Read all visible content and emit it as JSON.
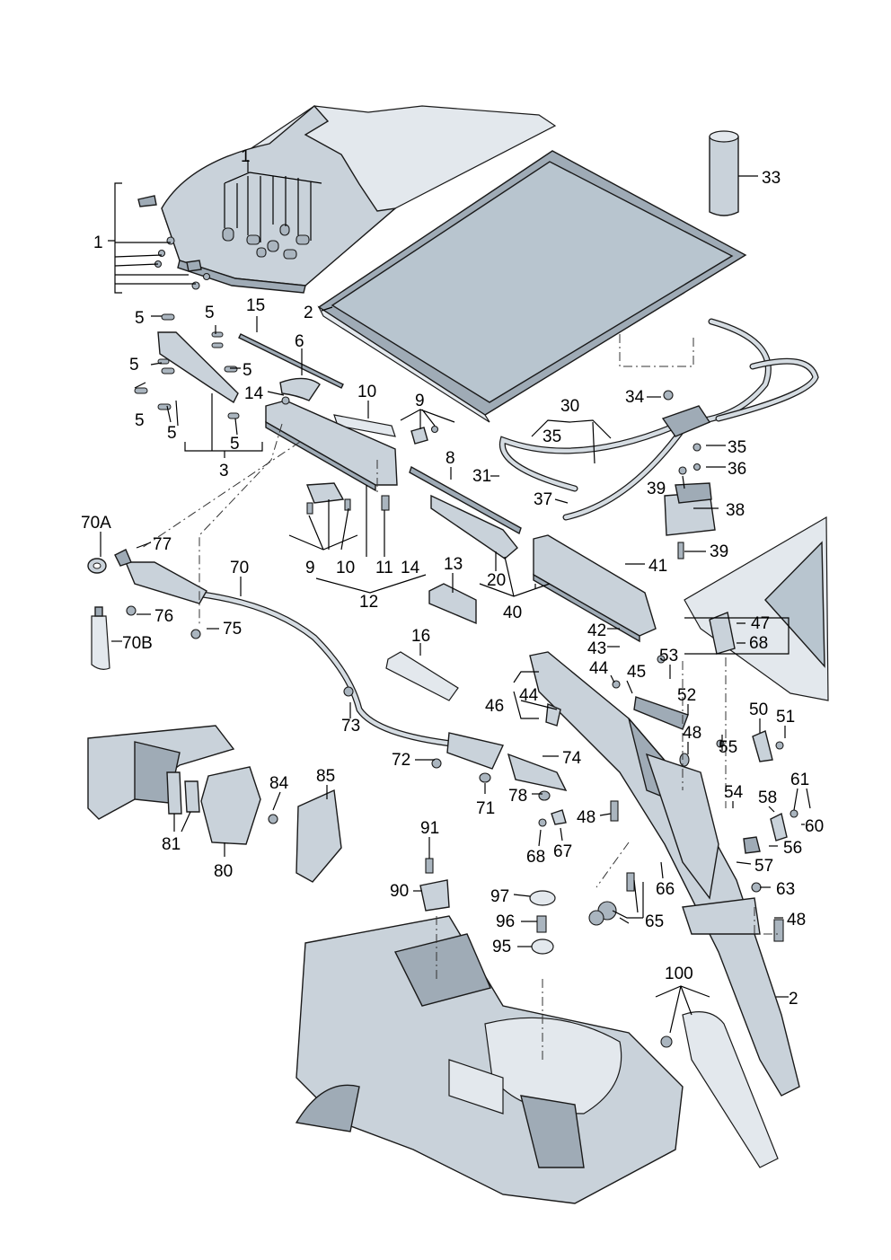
{
  "diagram": {
    "callouts": [
      "1",
      "1",
      "2",
      "2",
      "3",
      "5",
      "5",
      "5",
      "5",
      "5",
      "5",
      "5",
      "6",
      "8",
      "9",
      "9",
      "10",
      "10",
      "11",
      "12",
      "13",
      "14",
      "14",
      "15",
      "16",
      "20",
      "30",
      "31",
      "33",
      "34",
      "35",
      "35",
      "36",
      "37",
      "38",
      "39",
      "39",
      "40",
      "41",
      "42",
      "43",
      "44",
      "44",
      "45",
      "46",
      "47",
      "48",
      "48",
      "48",
      "50",
      "51",
      "52",
      "53",
      "54",
      "55",
      "56",
      "57",
      "58",
      "60",
      "61",
      "63",
      "65",
      "66",
      "67",
      "68",
      "68",
      "70",
      "70A",
      "70B",
      "71",
      "72",
      "73",
      "74",
      "75",
      "76",
      "77",
      "78",
      "80",
      "81",
      "84",
      "85",
      "90",
      "91",
      "95",
      "96",
      "97",
      "100"
    ]
  }
}
